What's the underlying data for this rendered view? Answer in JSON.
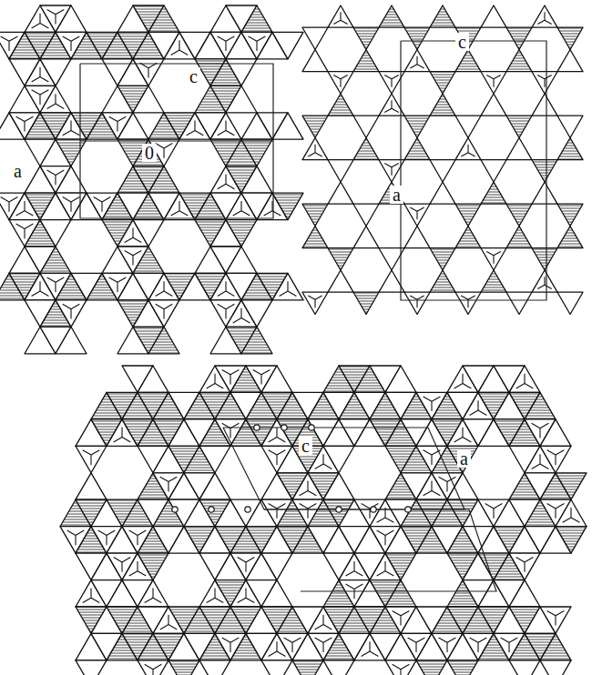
{
  "diagram": {
    "labels": [
      "c",
      "0",
      "a",
      "c",
      "a",
      "c",
      "a"
    ]
  }
}
